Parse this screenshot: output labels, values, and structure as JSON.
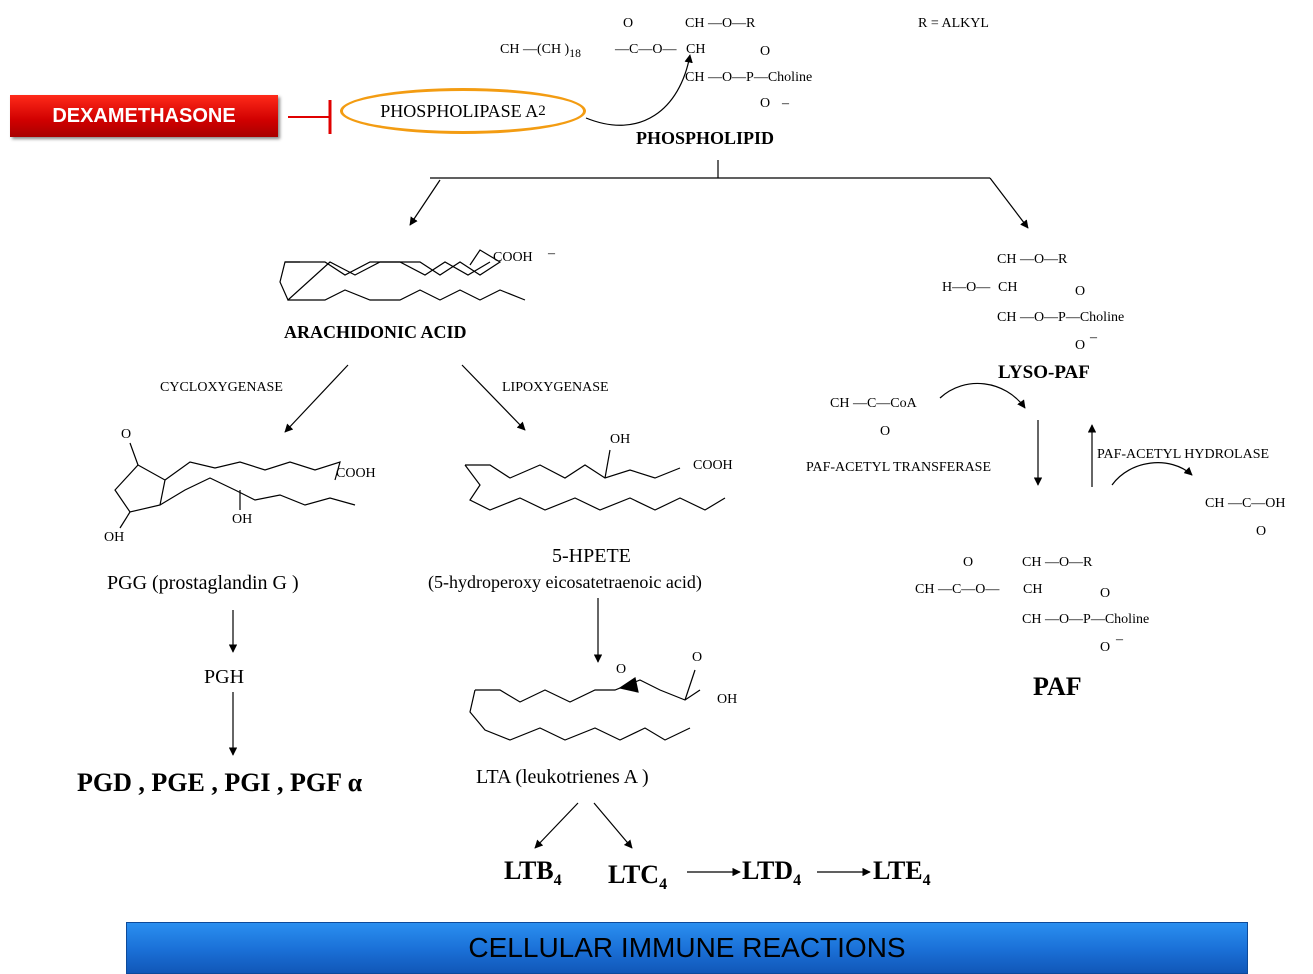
{
  "inhibitor": {
    "label": "DEXAMETHASONE"
  },
  "enzyme_main": {
    "label": "PHOSPHOLIPASE A",
    "sub": "2"
  },
  "phospholipid": {
    "name": "PHOSPHOLIPID",
    "r1_note": "R = ALKYL",
    "chain_left": "CH —(CH )",
    "chain_sub": "18",
    "carbonyl": "—C—O—",
    "o_top": "O",
    "ch2_top": "CH —O—R",
    "ch_mid": "CH",
    "ch2_bot": "CH —O—P—Choline",
    "p_o_top": "O",
    "p_o_bot": "O",
    "minus": "–"
  },
  "arachidonic": {
    "name": "ARACHIDONIC ACID",
    "cooh": "COOH",
    "minus": "–"
  },
  "lyso_paf": {
    "name": "LYSO-PAF",
    "ch2_top": "CH —O—R",
    "ho": "H—O—",
    "ch": "CH",
    "ch2_bot": "CH —O—P—Choline",
    "o_top": "O",
    "o_bot": "O",
    "minus": "–"
  },
  "enzymes": {
    "cox": "CYCLOXYGENASE",
    "lox": "LIPOXYGENASE",
    "paf_transferase": "PAF-ACETYL TRANSFERASE",
    "paf_hydrolase": "PAF-ACETYL HYDROLASE"
  },
  "acetyl_coa": {
    "left": "CH —C—CoA",
    "o": "O"
  },
  "acetic_acid": {
    "left": "CH —C—OH",
    "o": "O"
  },
  "pgg2": {
    "name": "PGG (prostaglandin G )",
    "o": "O",
    "cooh": "COOH",
    "oh1": "OH",
    "oh2": "OH"
  },
  "pgh2": {
    "name": "PGH"
  },
  "prostanoids": {
    "name": "PGD , PGE , PGI , PGF α"
  },
  "hpete": {
    "name": "5-HPETE",
    "full": "(5-hydroperoxy eicosatetraenoic acid)",
    "oh": "OH",
    "cooh": "COOH"
  },
  "lta4": {
    "name": "LTA (leukotrienes A )",
    "o_ep": "O",
    "o_top": "O",
    "oh": "OH"
  },
  "paf": {
    "name": "PAF",
    "acetyl": "CH —C—O—",
    "o_top": "O",
    "ch2_top": "CH —O—R",
    "ch": "CH",
    "ch2_bot": "CH —O—P—Choline",
    "p_o_top": "O",
    "p_o_bot": "O",
    "minus": "–"
  },
  "leukotrienes": {
    "ltb4": "LTB",
    "ltc4": "LTC",
    "ltd4": "LTD",
    "lte4": "LTE",
    "sub": "4"
  },
  "banner": {
    "label": "CELLULAR IMMUNE REACTIONS"
  }
}
